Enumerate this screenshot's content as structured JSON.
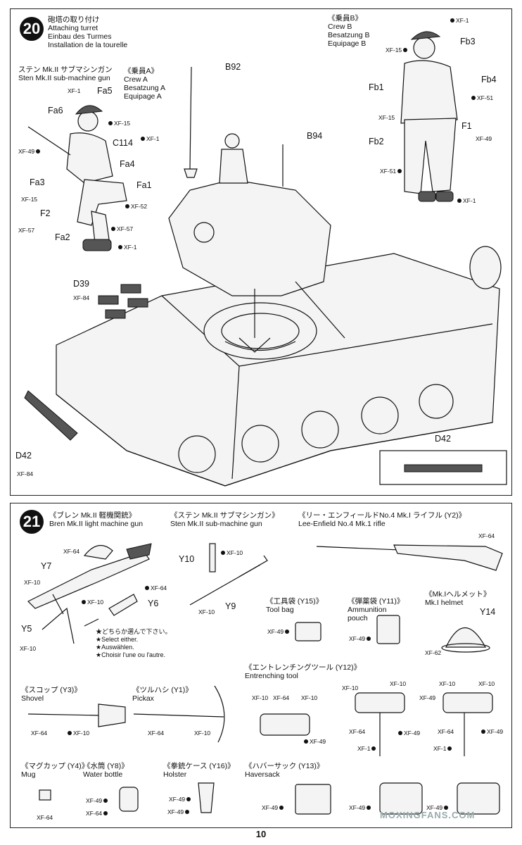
{
  "steps": {
    "s20": {
      "number": "20",
      "title": "砲塔の取り付け\nAttaching turret\nEinbau des Turmes\nInstallation de la tourelle",
      "sten_label": "ステン Mk.II サブマシンガン\nSten Mk.II sub-machine gun",
      "crew_a": "《乗員A》\nCrew A\nBesatzung A\nEquipage A",
      "crew_b": "《乗員B》\nCrew B\nBesatzung B\nEquipage B",
      "parts": [
        "Fa5",
        "Fa6",
        "C114",
        "Fa4",
        "Fa3",
        "Fa1",
        "F2",
        "Fa2",
        "B92",
        "B94",
        "Fb3",
        "Fb4",
        "Fb1",
        "Fb2",
        "F1",
        "D39",
        "D42",
        "D42"
      ],
      "paints": [
        "XF-1",
        "XF-15",
        "XF-1",
        "XF-49",
        "XF-15",
        "XF-52",
        "XF-57",
        "XF-57",
        "XF-1",
        "XF-1",
        "XF-15",
        "XF-51",
        "XF-15",
        "XF-49",
        "XF-51",
        "XF-1",
        "XF-84",
        "XF-84"
      ]
    },
    "s21": {
      "number": "21",
      "bren": "《ブレン Mk.II 軽機関銃》\nBren Mk.II light machine gun",
      "sten": "《ステン Mk.II サブマシンガン》\nSten Mk.II sub-machine gun",
      "lee": "《リー・エンフィールドNo.4 Mk.I ライフル (Y2)》\nLee-Enfield No.4 Mk.1 rifle",
      "toolbag": "《工具袋 (Y15)》\nTool bag",
      "ammo": "《弾薬袋 (Y11)》\nAmmunition\npouch",
      "helmet": "《Mk.Iヘルメット》\nMk.I helmet",
      "select": "★どちらか選んで下さい。\n★Select either.\n★Auswählen.\n★Choisir l'une ou l'autre.",
      "entrench": "《エントレンチングツール (Y12)》\nEntrenching tool",
      "shovel": "《スコップ (Y3)》\nShovel",
      "pickax": "《ツルハシ (Y1)》\nPickax",
      "mug": "《マグカップ (Y4)》\nMug",
      "bottle": "《水筒 (Y8)》\nWater bottle",
      "holster": "《拳銃ケース (Y16)》\nHolster",
      "haversack": "《ハバーサック (Y13)》\nHaversack",
      "parts": [
        "Y7",
        "Y6",
        "Y5",
        "Y10",
        "Y9",
        "Y14"
      ],
      "paints": [
        "XF-64",
        "XF-10",
        "XF-64",
        "XF-10",
        "XF-10",
        "XF-10",
        "XF-10",
        "XF-64",
        "XF-49",
        "XF-49",
        "XF-62",
        "XF-10",
        "XF-64",
        "XF-10",
        "XF-49",
        "XF-10",
        "XF-10",
        "XF-64",
        "XF-49",
        "XF-1",
        "XF-49",
        "XF-10",
        "XF-10",
        "XF-64",
        "XF-49",
        "XF-1",
        "XF-64",
        "XF-10",
        "XF-64",
        "XF-10",
        "XF-64",
        "XF-49",
        "XF-64",
        "XF-49",
        "XF-49",
        "XF-49",
        "XF-49",
        "XF-49"
      ]
    }
  },
  "footer": {
    "page_number": "10",
    "watermark": "MOXINGFANS.COM"
  }
}
